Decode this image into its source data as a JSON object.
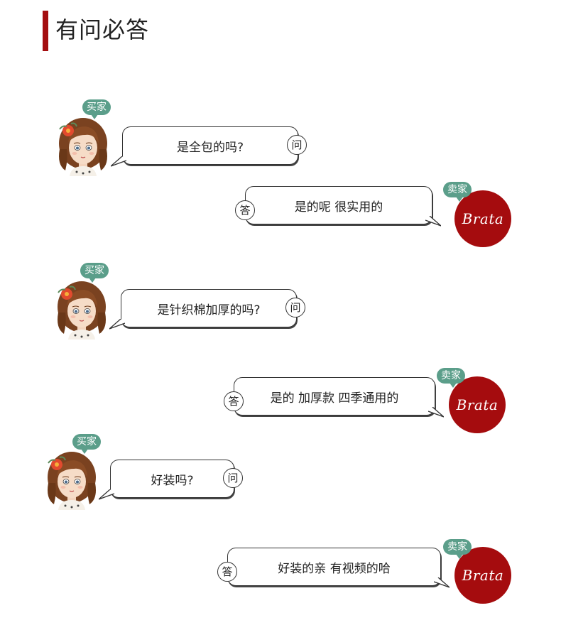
{
  "header": {
    "title": "有问必答"
  },
  "labels": {
    "buyer": "买家",
    "seller": "卖家",
    "question_mark": "问",
    "answer_mark": "答",
    "seller_logo": "Brata"
  },
  "conversation": [
    {
      "question": "是全包的吗?",
      "answer": "是的呢 很实用的"
    },
    {
      "question": "是针织棉加厚的吗?",
      "answer": "是的 加厚款 四季通用的"
    },
    {
      "question": "好装吗?",
      "answer": "好装的亲 有视频的哈"
    }
  ],
  "colors": {
    "accent": "#a40e10",
    "seller_avatar": "#a50c0e",
    "tag_bg": "#5b9e8a"
  },
  "icons": {
    "buyer_avatar": "girl-portrait-icon"
  }
}
